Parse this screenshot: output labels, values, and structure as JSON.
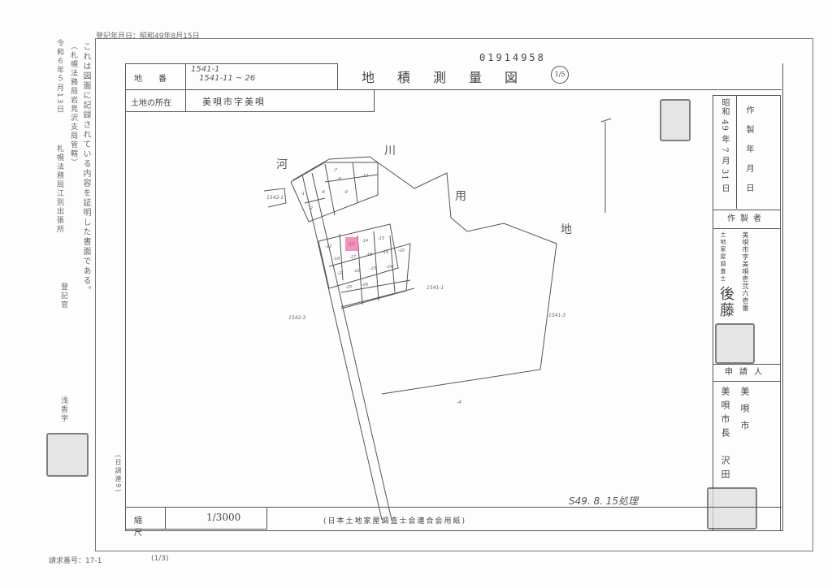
{
  "header": {
    "registration_date": "登記年月日：昭和49年8月15日"
  },
  "certification": {
    "statement": "これは図面に記録されている内容を証明した書面である。",
    "jurisdiction": "（札幌法務局岩見沢支局管轄）",
    "date": "令和６年５月13日",
    "office": "札幌法務局江別出張所",
    "officer_title": "登記官",
    "officer_name": "浅香学"
  },
  "form": {
    "serial": "01914958",
    "title": "地　積　測　量　図",
    "sheet_mark": "1/5",
    "lot_label": "地　　番",
    "lot_value_1": "1541-1",
    "lot_value_2": "1541-11 ~ 26",
    "location_label": "土地の所在",
    "location_value": "美唄市字美唄",
    "scale_label": "縮　尺",
    "scale_value": "1/3000",
    "paper_note": "(日本土地家屋調査士会連合会用紙)",
    "form_code": "(日調連9)",
    "handwritten_note": "S49. 8. 15処理"
  },
  "right_column": {
    "date_header": "作製年月日",
    "date_value": "昭和 49 年 7 月 31 日",
    "author_header": "作製者",
    "author_address": "美唄市字美唄壱弐六壱番",
    "author_title": "土地家屋調査士",
    "author_name": "後藤",
    "applicant_header": "申請人",
    "applicant_1": "美唄市",
    "applicant_2": "美唄市長　沢田"
  },
  "map_labels": {
    "river_1": "河",
    "river_2": "川",
    "river_3": "用",
    "river_4": "地",
    "lots_north": [
      "-1",
      "-2",
      "-6",
      "-7",
      "-8",
      "-9",
      "-10"
    ],
    "lots_south": [
      "-12",
      "-13",
      "-14",
      "-15",
      "-16",
      "-17",
      "-18",
      "-19",
      "-20",
      "-21",
      "-22",
      "-23",
      "-24",
      "-25",
      "-26"
    ],
    "parcel_main": "1541-1",
    "parcel_east": "1541-3",
    "parcel_west": "1542-1",
    "parcel_sw": "1542-3",
    "parcel_south": "-4",
    "highlight_color": "#f06aa8"
  },
  "footer": {
    "request_number": "請求番号：17-1",
    "page": "(1/3)"
  }
}
